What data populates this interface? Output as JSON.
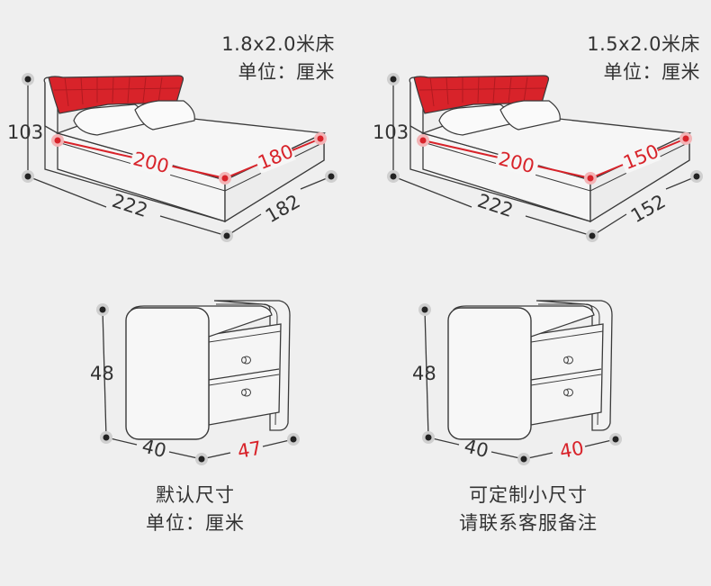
{
  "colors": {
    "accent": "#d8232a",
    "line": "#3a3a3a",
    "dot": "#222222",
    "background": "#efefef",
    "furniture_fill": "#f2f2f2"
  },
  "beds": [
    {
      "spec": "1.8x2.0米床",
      "unit": "单位：厘米",
      "height": "103",
      "length": "222",
      "width": "182",
      "mattress_length": "200",
      "mattress_width": "180"
    },
    {
      "spec": "1.5x2.0米床",
      "unit": "单位：厘米",
      "height": "103",
      "length": "222",
      "width": "152",
      "mattress_length": "200",
      "mattress_width": "150"
    }
  ],
  "nightstands": [
    {
      "height": "48",
      "width": "40",
      "depth": "47",
      "caption_line1": "默认尺寸",
      "caption_line2": "单位：厘米"
    },
    {
      "height": "48",
      "width": "40",
      "depth": "40",
      "caption_line1": "可定制小尺寸",
      "caption_line2": "请联系客服备注"
    }
  ]
}
